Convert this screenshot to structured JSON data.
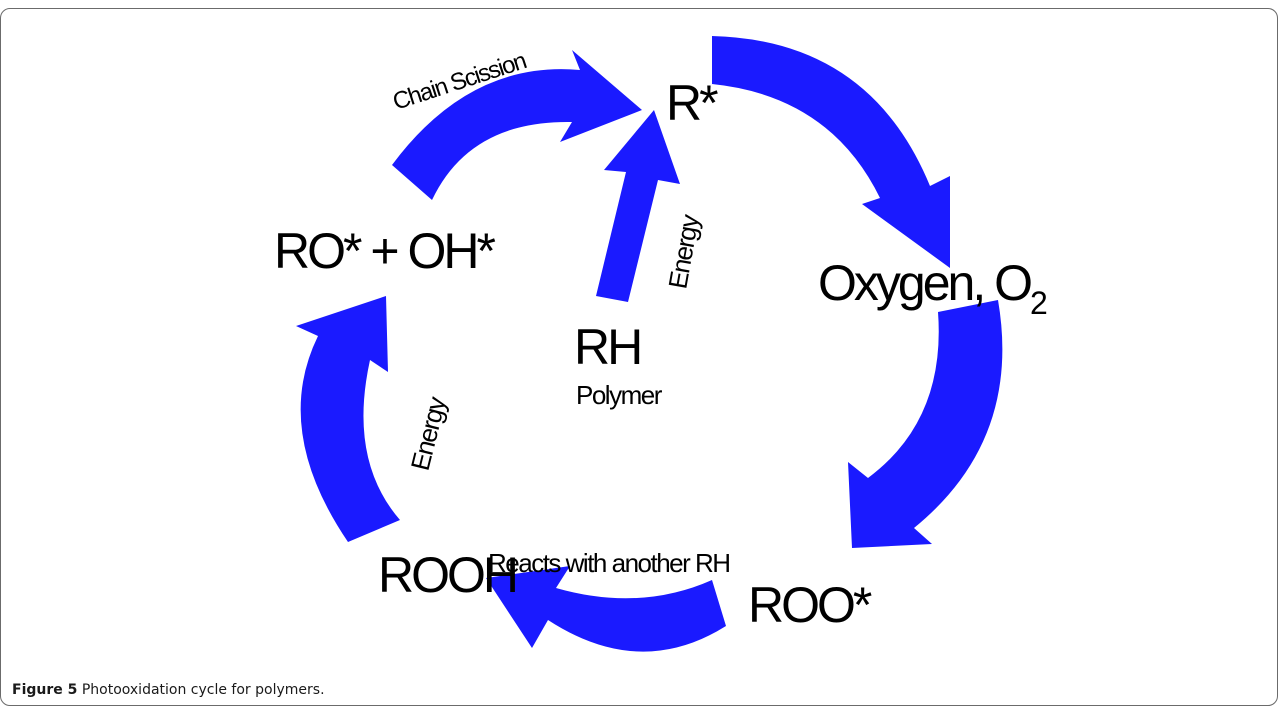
{
  "diagram": {
    "nodes": {
      "r_radical": "R*",
      "oxygen": "Oxygen, O",
      "oxygen_sub": "2",
      "roo_radical": "ROO*",
      "rooh": "ROOH",
      "ro_oh": "RO* + OH*",
      "rh": "RH",
      "polymer": "Polymer"
    },
    "edge_labels": {
      "chain_scission": "Chain Scission",
      "energy_center": "Energy",
      "energy_left": "Energy",
      "reacts": "Reacts with another RH"
    },
    "arrow_color": "#1a1aff"
  },
  "caption": {
    "label": "Figure 5",
    "text": " Photooxidation cycle for polymers."
  }
}
